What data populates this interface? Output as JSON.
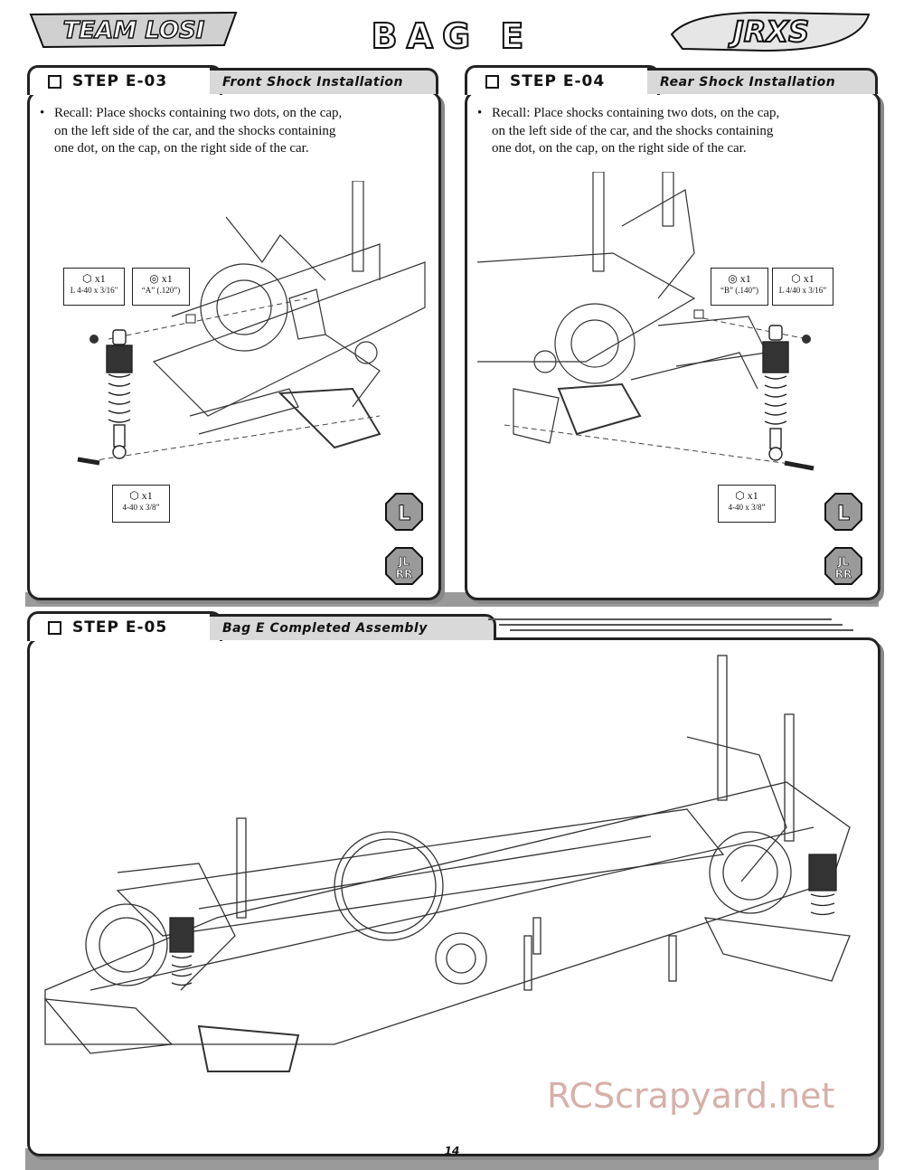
{
  "header": {
    "brand_left": "TEAM LOSI",
    "bag_title": "BAG E",
    "brand_right": "JRXS"
  },
  "steps": [
    {
      "label": "STEP E-03",
      "title": "Front Shock Installation",
      "bullet": "Recall: Place shocks containing two dots, on the cap, on the left side of the car, and the shocks containing one dot, on the cap, on the right side of the car.",
      "parts": [
        {
          "qty": "x1",
          "spec": "L 4-40 x 3/16\""
        },
        {
          "qty": "x1",
          "spec": "“A” (.120”)"
        },
        {
          "qty": "x1",
          "spec": "4-40 x 3/8”"
        }
      ],
      "badges": [
        "L",
        "JL RR"
      ]
    },
    {
      "label": "STEP E-04",
      "title": "Rear Shock Installation",
      "bullet": "Recall: Place shocks containing two dots, on the cap, on the left side of the car, and the shocks containing one dot, on the cap, on the right side of the car.",
      "parts": [
        {
          "qty": "x1",
          "spec": "“B” (.140”)"
        },
        {
          "qty": "x1",
          "spec": "L 4/40 x 3/16”"
        },
        {
          "qty": "x1",
          "spec": "4-40 x 3/8”"
        }
      ],
      "badges": [
        "L",
        "JL RR"
      ]
    },
    {
      "label": "STEP E-05",
      "title": "Bag E Completed Assembly"
    }
  ],
  "footer": {
    "page_number": "14",
    "watermark": "RCScrapyard.net"
  }
}
